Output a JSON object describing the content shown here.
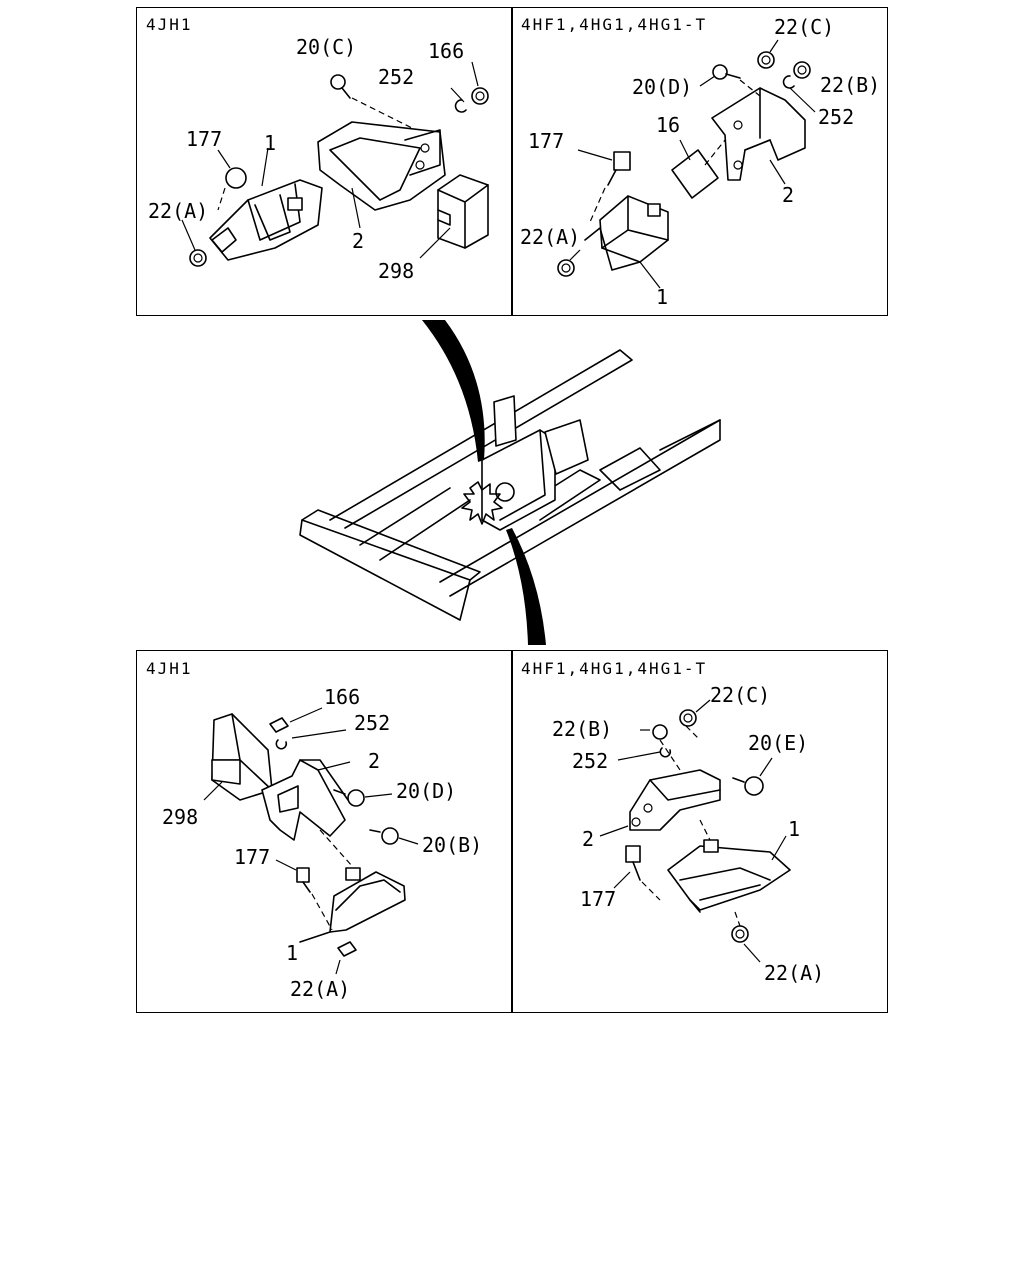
{
  "panels": {
    "top_left": {
      "engine": "4JH1"
    },
    "top_right": {
      "engine": "4HF1,4HG1,4HG1-T"
    },
    "bottom_left": {
      "engine": "4JH1"
    },
    "bottom_right": {
      "engine": "4HF1,4HG1,4HG1-T"
    }
  },
  "callouts": {
    "tl": {
      "c20c": "20(C)",
      "c166": "166",
      "c252": "252",
      "c177": "177",
      "c1": "1",
      "c22a": "22(A)",
      "c2": "2",
      "c298": "298"
    },
    "tr": {
      "c22c": "22(C)",
      "c20d": "20(D)",
      "c22b": "22(B)",
      "c252": "252",
      "c177": "177",
      "c16": "16",
      "c2": "2",
      "c22a": "22(A)",
      "c1": "1"
    },
    "bl": {
      "c166": "166",
      "c252": "252",
      "c2": "2",
      "c20d": "20(D)",
      "c298": "298",
      "c20b": "20(B)",
      "c177": "177",
      "c1": "1",
      "c22a": "22(A)"
    },
    "br": {
      "c22c": "22(C)",
      "c22b": "22(B)",
      "c20e": "20(E)",
      "c252": "252",
      "c2": "2",
      "c1": "1",
      "c177": "177",
      "c22a": "22(A)"
    }
  }
}
